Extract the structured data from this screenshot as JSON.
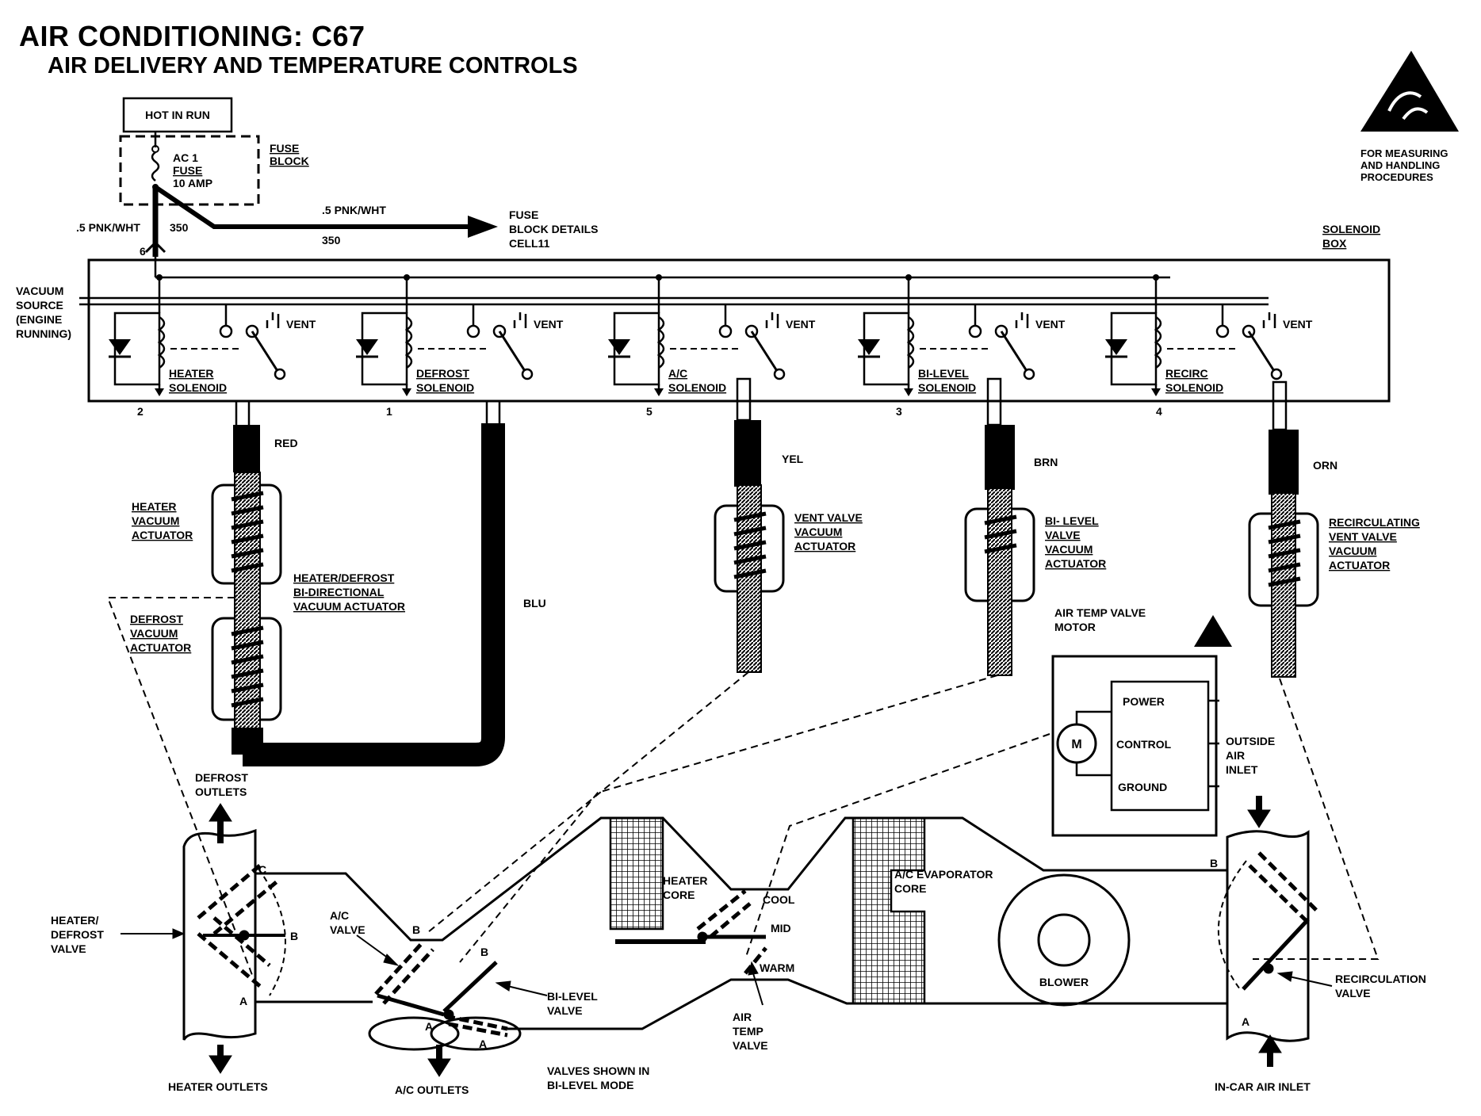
{
  "title": "AIR CONDITIONING: C67",
  "subtitle": "AIR DELIVERY AND TEMPERATURE CONTROLS",
  "esd_note": "FOR MEASURING AND HANDLING PROCEDURES",
  "power": {
    "hot_in_run": "HOT IN RUN",
    "fuse_block": [
      "FUSE",
      "BLOCK"
    ],
    "fuse": [
      "AC 1",
      "FUSE",
      "10 AMP"
    ],
    "wire_left": ".5 PNK/WHT",
    "wire_left_circuit": "350",
    "wire_right": ".5 PNK/WHT",
    "wire_right_circuit": "350",
    "fuse_details": [
      "FUSE",
      "BLOCK DETAILS",
      "CELL11"
    ],
    "connector_pin": "6"
  },
  "solenoid_box": {
    "label": [
      "SOLENOID",
      "BOX"
    ],
    "vacuum_source": [
      "VACUUM",
      "SOURCE",
      "(ENGINE",
      "RUNNING)"
    ],
    "vent": "VENT",
    "solenoids": [
      {
        "name": [
          "HEATER",
          "SOLENOID"
        ],
        "pin": "2"
      },
      {
        "name": [
          "DEFROST",
          "SOLENOID"
        ],
        "pin": "1"
      },
      {
        "name": [
          "A/C",
          "SOLENOID"
        ],
        "pin": "5"
      },
      {
        "name": [
          "BI-LEVEL",
          "SOLENOID"
        ],
        "pin": "3"
      },
      {
        "name": [
          "RECIRC",
          "SOLENOID"
        ],
        "pin": "4"
      }
    ]
  },
  "hoses": {
    "red": "RED",
    "blu": "BLU",
    "yel": "YEL",
    "brn": "BRN",
    "orn": "ORN"
  },
  "actuators": {
    "heater": [
      "HEATER",
      "VACUUM",
      "ACTUATOR"
    ],
    "bidirectional": [
      "HEATER/DEFROST",
      "BI-DIRECTIONAL",
      "VACUUM ACTUATOR"
    ],
    "defrost": [
      "DEFROST",
      "VACUUM",
      "ACTUATOR"
    ],
    "vent": [
      "VENT VALVE",
      "VACUUM",
      "ACTUATOR"
    ],
    "bilevel": [
      "BI- LEVEL",
      "VALVE",
      "VACUUM",
      "ACTUATOR"
    ],
    "recirc": [
      "RECIRCULATING",
      "VENT VALVE",
      "VACUUM",
      "ACTUATOR"
    ]
  },
  "motor": {
    "title": [
      "AIR TEMP VALVE",
      "MOTOR"
    ],
    "m": "M",
    "power": "POWER",
    "control": "CONTROL",
    "ground": "GROUND"
  },
  "duct": {
    "defrost_outlets": [
      "DEFROST",
      "OUTLETS"
    ],
    "heater_outlets": "HEATER OUTLETS",
    "heater_defrost_valve": [
      "HEATER/",
      "DEFROST",
      "VALVE"
    ],
    "ac_valve": [
      "A/C",
      "VALVE"
    ],
    "bilevel_valve": [
      "BI-LEVEL",
      "VALVE"
    ],
    "ac_outlets": "A/C OUTLETS",
    "valves_shown": [
      "VALVES SHOWN IN",
      "BI-LEVEL MODE"
    ],
    "heater_core": [
      "HEATER",
      "CORE"
    ],
    "cool": "COOL",
    "mid": "MID",
    "warm": "WARM",
    "air_temp_valve": [
      "AIR",
      "TEMP",
      "VALVE"
    ],
    "evaporator": [
      "A/C EVAPORATOR",
      "CORE"
    ],
    "blower": "BLOWER",
    "outside_air": [
      "OUTSIDE",
      "AIR",
      "INLET"
    ],
    "recirc_valve": [
      "RECIRCULATION",
      "VALVE"
    ],
    "in_car_inlet": "IN-CAR AIR INLET",
    "pos_a": "A",
    "pos_b": "B",
    "pos_c": "C"
  }
}
